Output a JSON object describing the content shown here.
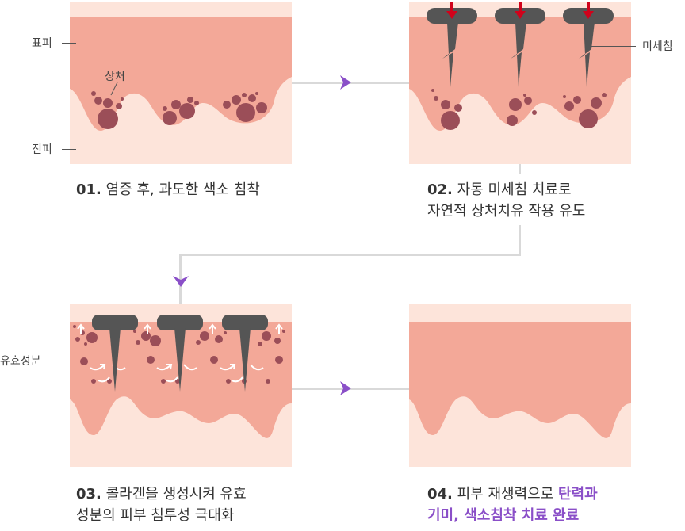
{
  "labels": {
    "epidermis": "표피",
    "dermis": "진피",
    "wound": "상처",
    "microneedle": "미세침",
    "active_ingredient": "유효성분"
  },
  "steps": [
    {
      "num": "01.",
      "line1": "염증 후, 과도한 색소 침착",
      "line2": ""
    },
    {
      "num": "02.",
      "line1": "자동 미세침 치료로",
      "line2": "자연적 상처치유 작용 유도"
    },
    {
      "num": "03.",
      "line1": "콜라겐을 생성시켜 유효",
      "line2": "성분의 피부 침투성 극대화"
    },
    {
      "num": "04.",
      "line1": "피부 재생력으로 ",
      "line1_highlight": "탄력과",
      "line2": "",
      "line2_highlight": "기미, 색소침착 치료 완료"
    }
  ],
  "colors": {
    "epidermis": "#f3a898",
    "dermis": "#fde4da",
    "pigment": "#9b4e58",
    "needle": "#555555",
    "press_arrow": "#d0021b",
    "accent": "#8a4fc8",
    "connector": "#d9d9d9"
  }
}
